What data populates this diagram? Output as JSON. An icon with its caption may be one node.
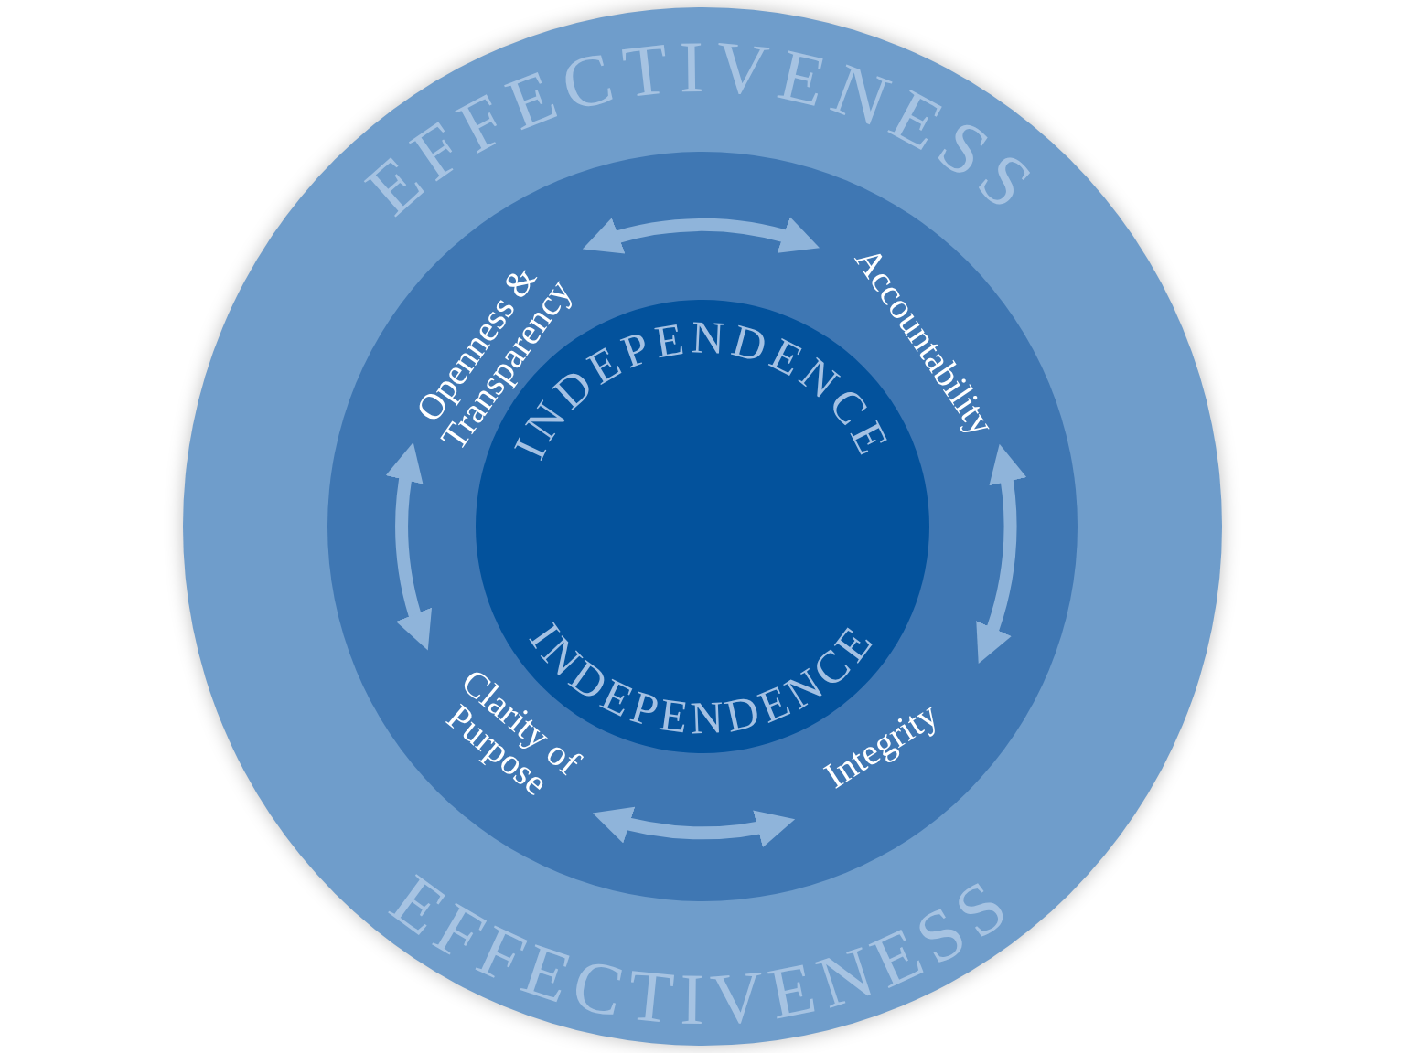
{
  "diagram": {
    "nodes": [
      {
        "text": [
          "EFFECTIVENESS",
          "EFFECTIVENESS"
        ]
      },
      {
        "text": [],
        "shape": "circle",
        "in": 0
      },
      {
        "text": [
          "Openness & Transparency"
        ],
        "in": 1
      },
      {
        "text": [
          "Accountability"
        ],
        "in": 1
      },
      {
        "text": [
          "Integrity"
        ],
        "in": 1
      },
      {
        "text": [
          "Clarity of Purpose"
        ],
        "in": 1
      },
      {
        "text": [
          "INDEPENDENCE",
          "INDEPENDENCE"
        ],
        "in": 1
      }
    ],
    "edges": [
      {
        "from": 2,
        "to": 3,
        "arrow": "both"
      },
      {
        "from": 3,
        "to": 4,
        "arrow": "both"
      },
      {
        "from": 4,
        "to": 5,
        "arrow": "both"
      },
      {
        "from": 5,
        "to": 2,
        "arrow": "both"
      }
    ]
  }
}
